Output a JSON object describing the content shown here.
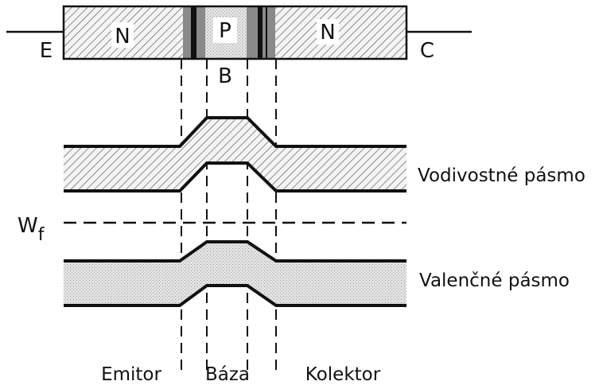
{
  "transistor": {
    "emitter_terminal": "E",
    "collector_terminal": "C",
    "emitter_region": "N",
    "base_region": "P",
    "collector_region": "N",
    "base_terminal": "B"
  },
  "bands": {
    "conduction_label": "Vodivostné pásmo",
    "fermi_label_main": "W",
    "fermi_label_sub": "f",
    "valence_label": "Valenčné pásmo"
  },
  "regions": {
    "emitter": "Emitor",
    "base": "Báza",
    "collector": "Kolektor"
  }
}
